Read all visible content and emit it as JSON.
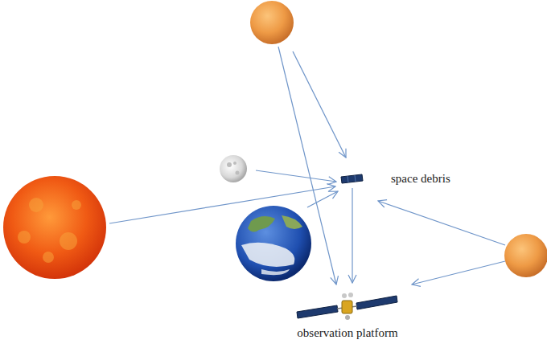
{
  "diagram": {
    "nodes": [
      {
        "text": [
          "space debris"
        ]
      },
      {
        "text": [
          "observation platform"
        ]
      }
    ],
    "edges": [
      {
        "from": 0,
        "to": 1,
        "arrow": "to"
      }
    ]
  }
}
